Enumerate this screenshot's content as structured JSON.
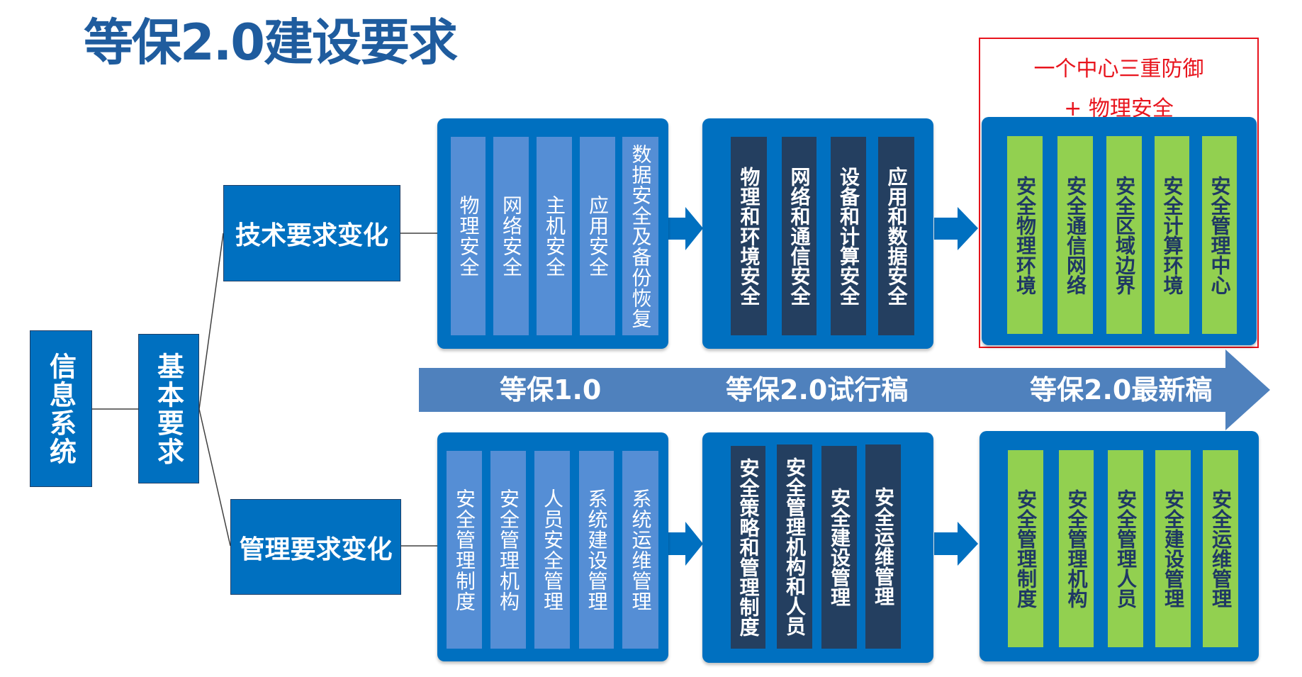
{
  "title": "等保2.0建设要求",
  "tree": {
    "root": "信息系统",
    "level1": "基本要求",
    "branches": {
      "technical": "技术要求变化",
      "management": "管理要求变化"
    }
  },
  "timeline": {
    "stages": [
      "等保1.0",
      "等保2.0试行稿",
      "等保2.0最新稿"
    ]
  },
  "technical": {
    "v1": [
      "物理安全",
      "网络安全",
      "主机安全",
      "应用安全",
      "数据安全及备份恢复"
    ],
    "v2_draft": [
      "物理和环境安全",
      "网络和通信安全",
      "设备和计算安全",
      "应用和数据安全"
    ],
    "v2_final": [
      "安全物理环境",
      "安全通信网络",
      "安全区域边界",
      "安全计算环境",
      "安全管理中心"
    ]
  },
  "management": {
    "v1": [
      "安全管理制度",
      "安全管理机构",
      "人员安全管理",
      "系统建设管理",
      "系统运维管理"
    ],
    "v2_draft": [
      "安全策略和管理制度",
      "安全管理机构和人员",
      "安全建设管理",
      "安全运维管理"
    ],
    "v2_final": [
      "安全管理制度",
      "安全管理机构",
      "安全管理人员",
      "安全建设管理",
      "安全运维管理"
    ]
  },
  "highlight": {
    "line1": "一个中心三重防御",
    "line2": "+ 物理安全"
  },
  "colors": {
    "title": "#1f5c9e",
    "node_blue": "#0070c0",
    "column_light": "#558ed5",
    "column_dark": "#243f60",
    "column_green": "#92d050",
    "band": "#4f81bd",
    "highlight_red": "#e8141d"
  }
}
